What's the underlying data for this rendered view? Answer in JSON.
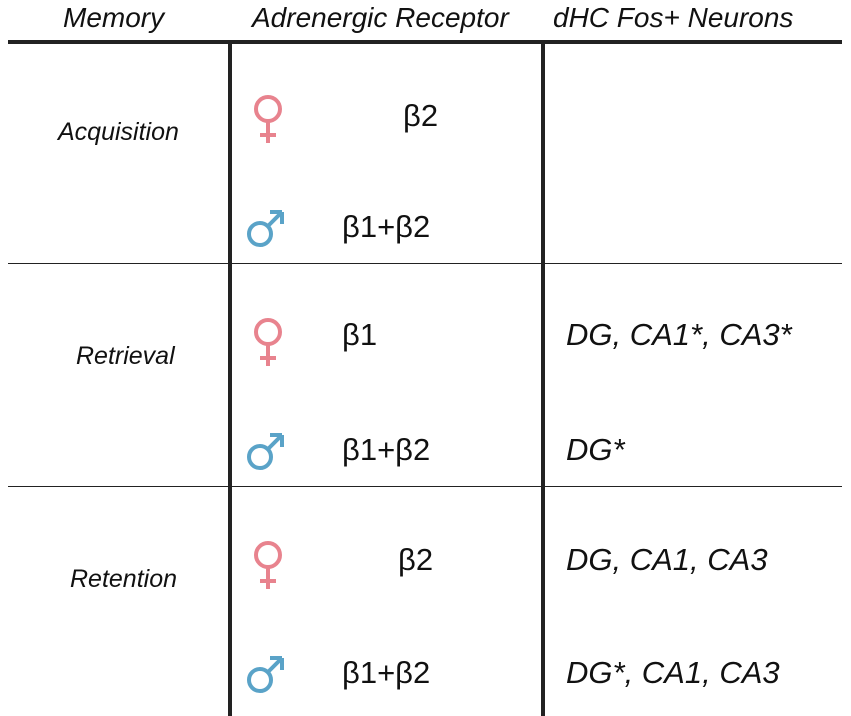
{
  "colors": {
    "female": "#e8838e",
    "male": "#5aa3c8",
    "lines": "#222222"
  },
  "headers": {
    "memory": "Memory",
    "receptor": "Adrenergic Receptor",
    "fos": "dHC Fos+ Neurons"
  },
  "rows": [
    {
      "memory": "Acquisition",
      "female": {
        "icon": "female-symbol-icon",
        "receptor": "β2",
        "fos": ""
      },
      "male": {
        "icon": "male-symbol-icon",
        "receptor": "β1+β2",
        "fos": ""
      }
    },
    {
      "memory": "Retrieval",
      "female": {
        "icon": "female-symbol-icon",
        "receptor": "β1",
        "fos": "DG, CA1*, CA3*"
      },
      "male": {
        "icon": "male-symbol-icon",
        "receptor": "β1+β2",
        "fos": "DG*"
      }
    },
    {
      "memory": "Retention",
      "female": {
        "icon": "female-symbol-icon",
        "receptor": "β2",
        "fos": "DG, CA1, CA3"
      },
      "male": {
        "icon": "male-symbol-icon",
        "receptor": "β1+β2",
        "fos": "DG*, CA1, CA3"
      }
    }
  ]
}
